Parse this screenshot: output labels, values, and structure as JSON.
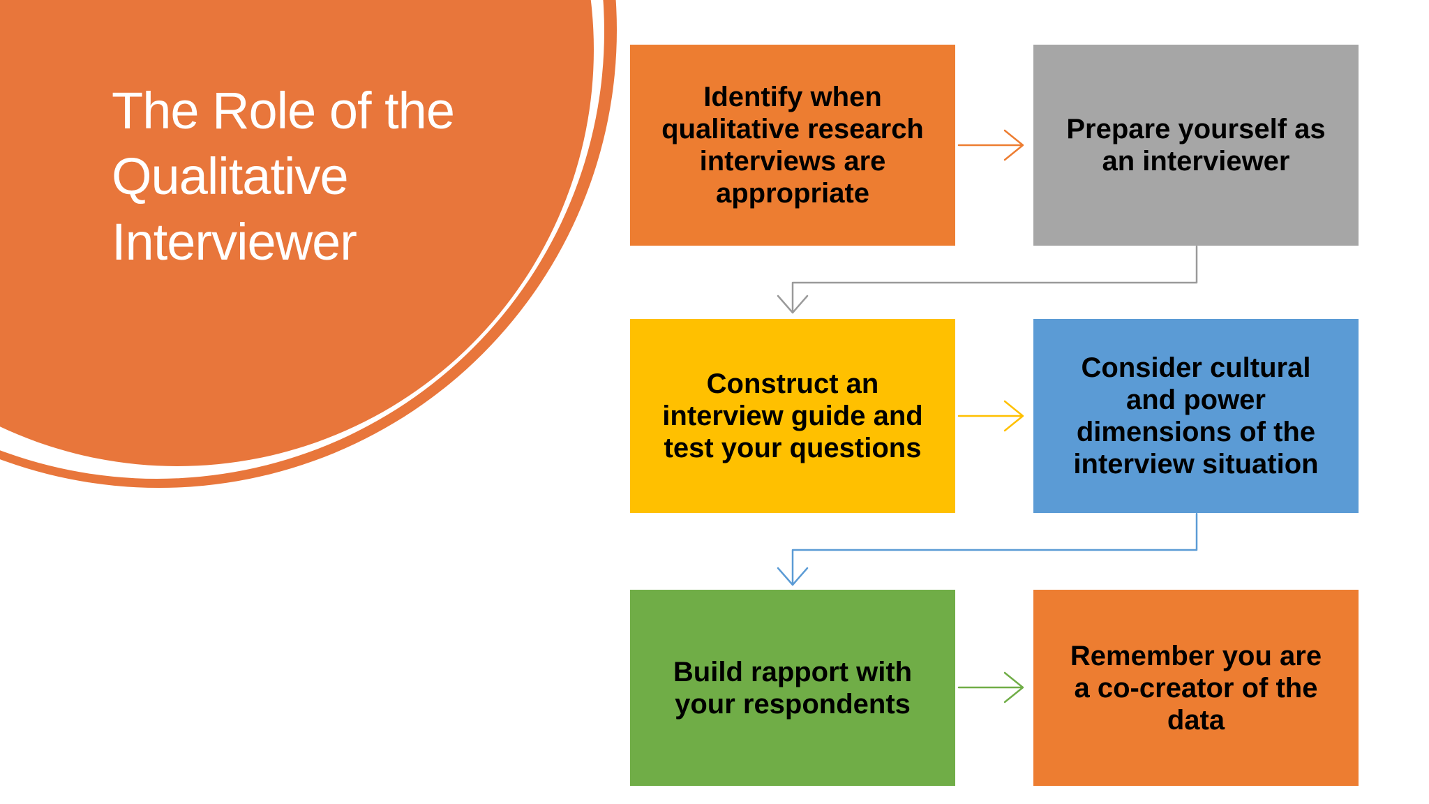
{
  "slide": {
    "background": "#ffffff",
    "title": {
      "text": "The Role of the\nQualitative\nInterviewer",
      "color": "#ffffff"
    },
    "decoration": {
      "blob_color": "#e8763b",
      "ring_color": "#ffffff"
    },
    "boxes": [
      {
        "name": "identify",
        "label": "Identify when\nqualitative research\ninterviews are\nappropriate",
        "color": "#ed7d31"
      },
      {
        "name": "prepare",
        "label": "Prepare yourself as\nan interviewer",
        "color": "#a6a6a6"
      },
      {
        "name": "construct",
        "label": "Construct an\ninterview guide and\ntest your questions",
        "color": "#ffc000"
      },
      {
        "name": "consider",
        "label": "Consider cultural\nand power\ndimensions of the\ninterview situation",
        "color": "#5b9bd5"
      },
      {
        "name": "rapport",
        "label": "Build rapport with\nyour respondents",
        "color": "#70ad47"
      },
      {
        "name": "remember",
        "label": "Remember you are\na co-creator of the\ndata",
        "color": "#ed7d31"
      }
    ],
    "connectors": [
      {
        "name": "identify-to-prepare",
        "color": "#ed7d31"
      },
      {
        "name": "prepare-to-construct",
        "color": "#9a9a9a"
      },
      {
        "name": "construct-to-consider",
        "color": "#ffc000"
      },
      {
        "name": "consider-to-rapport",
        "color": "#5b9bd5"
      },
      {
        "name": "rapport-to-remember",
        "color": "#70ad47"
      }
    ]
  }
}
